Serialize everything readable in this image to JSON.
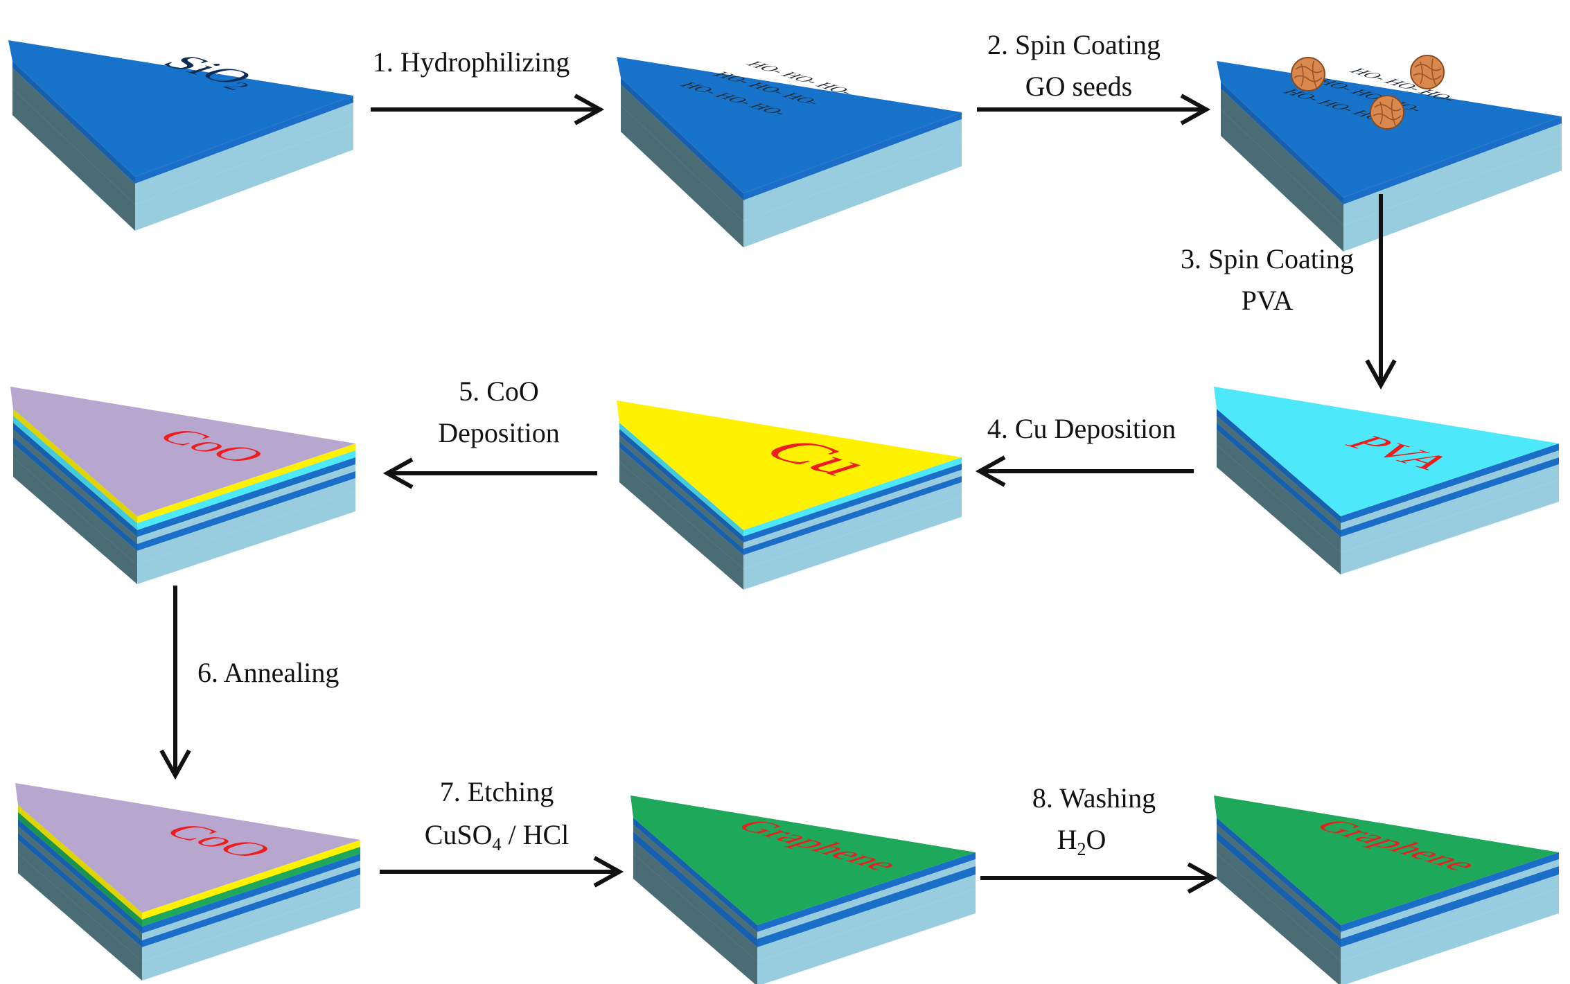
{
  "colors": {
    "sio2": "#1673c9",
    "sio2_edge": "#0f5aa3",
    "side_dark": "#557b86",
    "side_light": "#98cde0",
    "blue_band": "#1a6ec7",
    "cyan": "#4de8fa",
    "yellow": "#fff200",
    "purple": "#b7a7cf",
    "green": "#1ea85a",
    "red_text": "#ee1c1c",
    "dark_text": "#0b2a55",
    "seed": "#d9884e",
    "arrow": "#111111"
  },
  "samples": {
    "s1": {
      "label": "SiO",
      "sub": "2"
    },
    "s2": {
      "oh_lines": [
        "HO- HO- HO-",
        "HO- HO- HO-",
        "HO- HO- HO-"
      ]
    },
    "s3": {
      "oh_lines": [
        "HO- HO- HO-",
        "HO- HO- HO-",
        "HO- HO- HO-"
      ]
    },
    "s4": {
      "label": "PVA"
    },
    "s5": {
      "label": "Cu"
    },
    "s6": {
      "label": "CoO"
    },
    "s7": {
      "label": "CoO"
    },
    "s8": {
      "label": "Graphene"
    },
    "s9": {
      "label": "Graphene"
    }
  },
  "steps": {
    "step1": {
      "line1": "1. Hydrophilizing"
    },
    "step2": {
      "line1": "2. Spin Coating",
      "line2": "GO seeds"
    },
    "step3": {
      "line1": "3. Spin Coating",
      "line2": "PVA"
    },
    "step4": {
      "line1": "4. Cu Deposition"
    },
    "step5": {
      "line1": "5. CoO",
      "line2": "Deposition"
    },
    "step6": {
      "line1": "6. Annealing"
    },
    "step7": {
      "line1": "7. Etching",
      "line2_main": "CuSO",
      "line2_sub": "4",
      "line2_tail": " / HCl"
    },
    "step8": {
      "line1": "8. Washing",
      "line2_main": "H",
      "line2_sub": "2",
      "line2_tail": "O"
    }
  }
}
